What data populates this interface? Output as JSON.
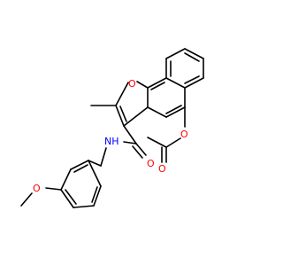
{
  "molecule": {
    "atoms": {
      "ring_oxygen": "O",
      "ester_oxygen": "O",
      "carbonyl_oxygen_ester": "O",
      "amide_oxygen": "O",
      "methoxy_oxygen": "O",
      "amide_nitrogen": "NH"
    }
  },
  "colors": {
    "background": "#ffffff",
    "bond": "#000000",
    "oxygen": "#ff0000",
    "nitrogen": "#0000ff"
  }
}
